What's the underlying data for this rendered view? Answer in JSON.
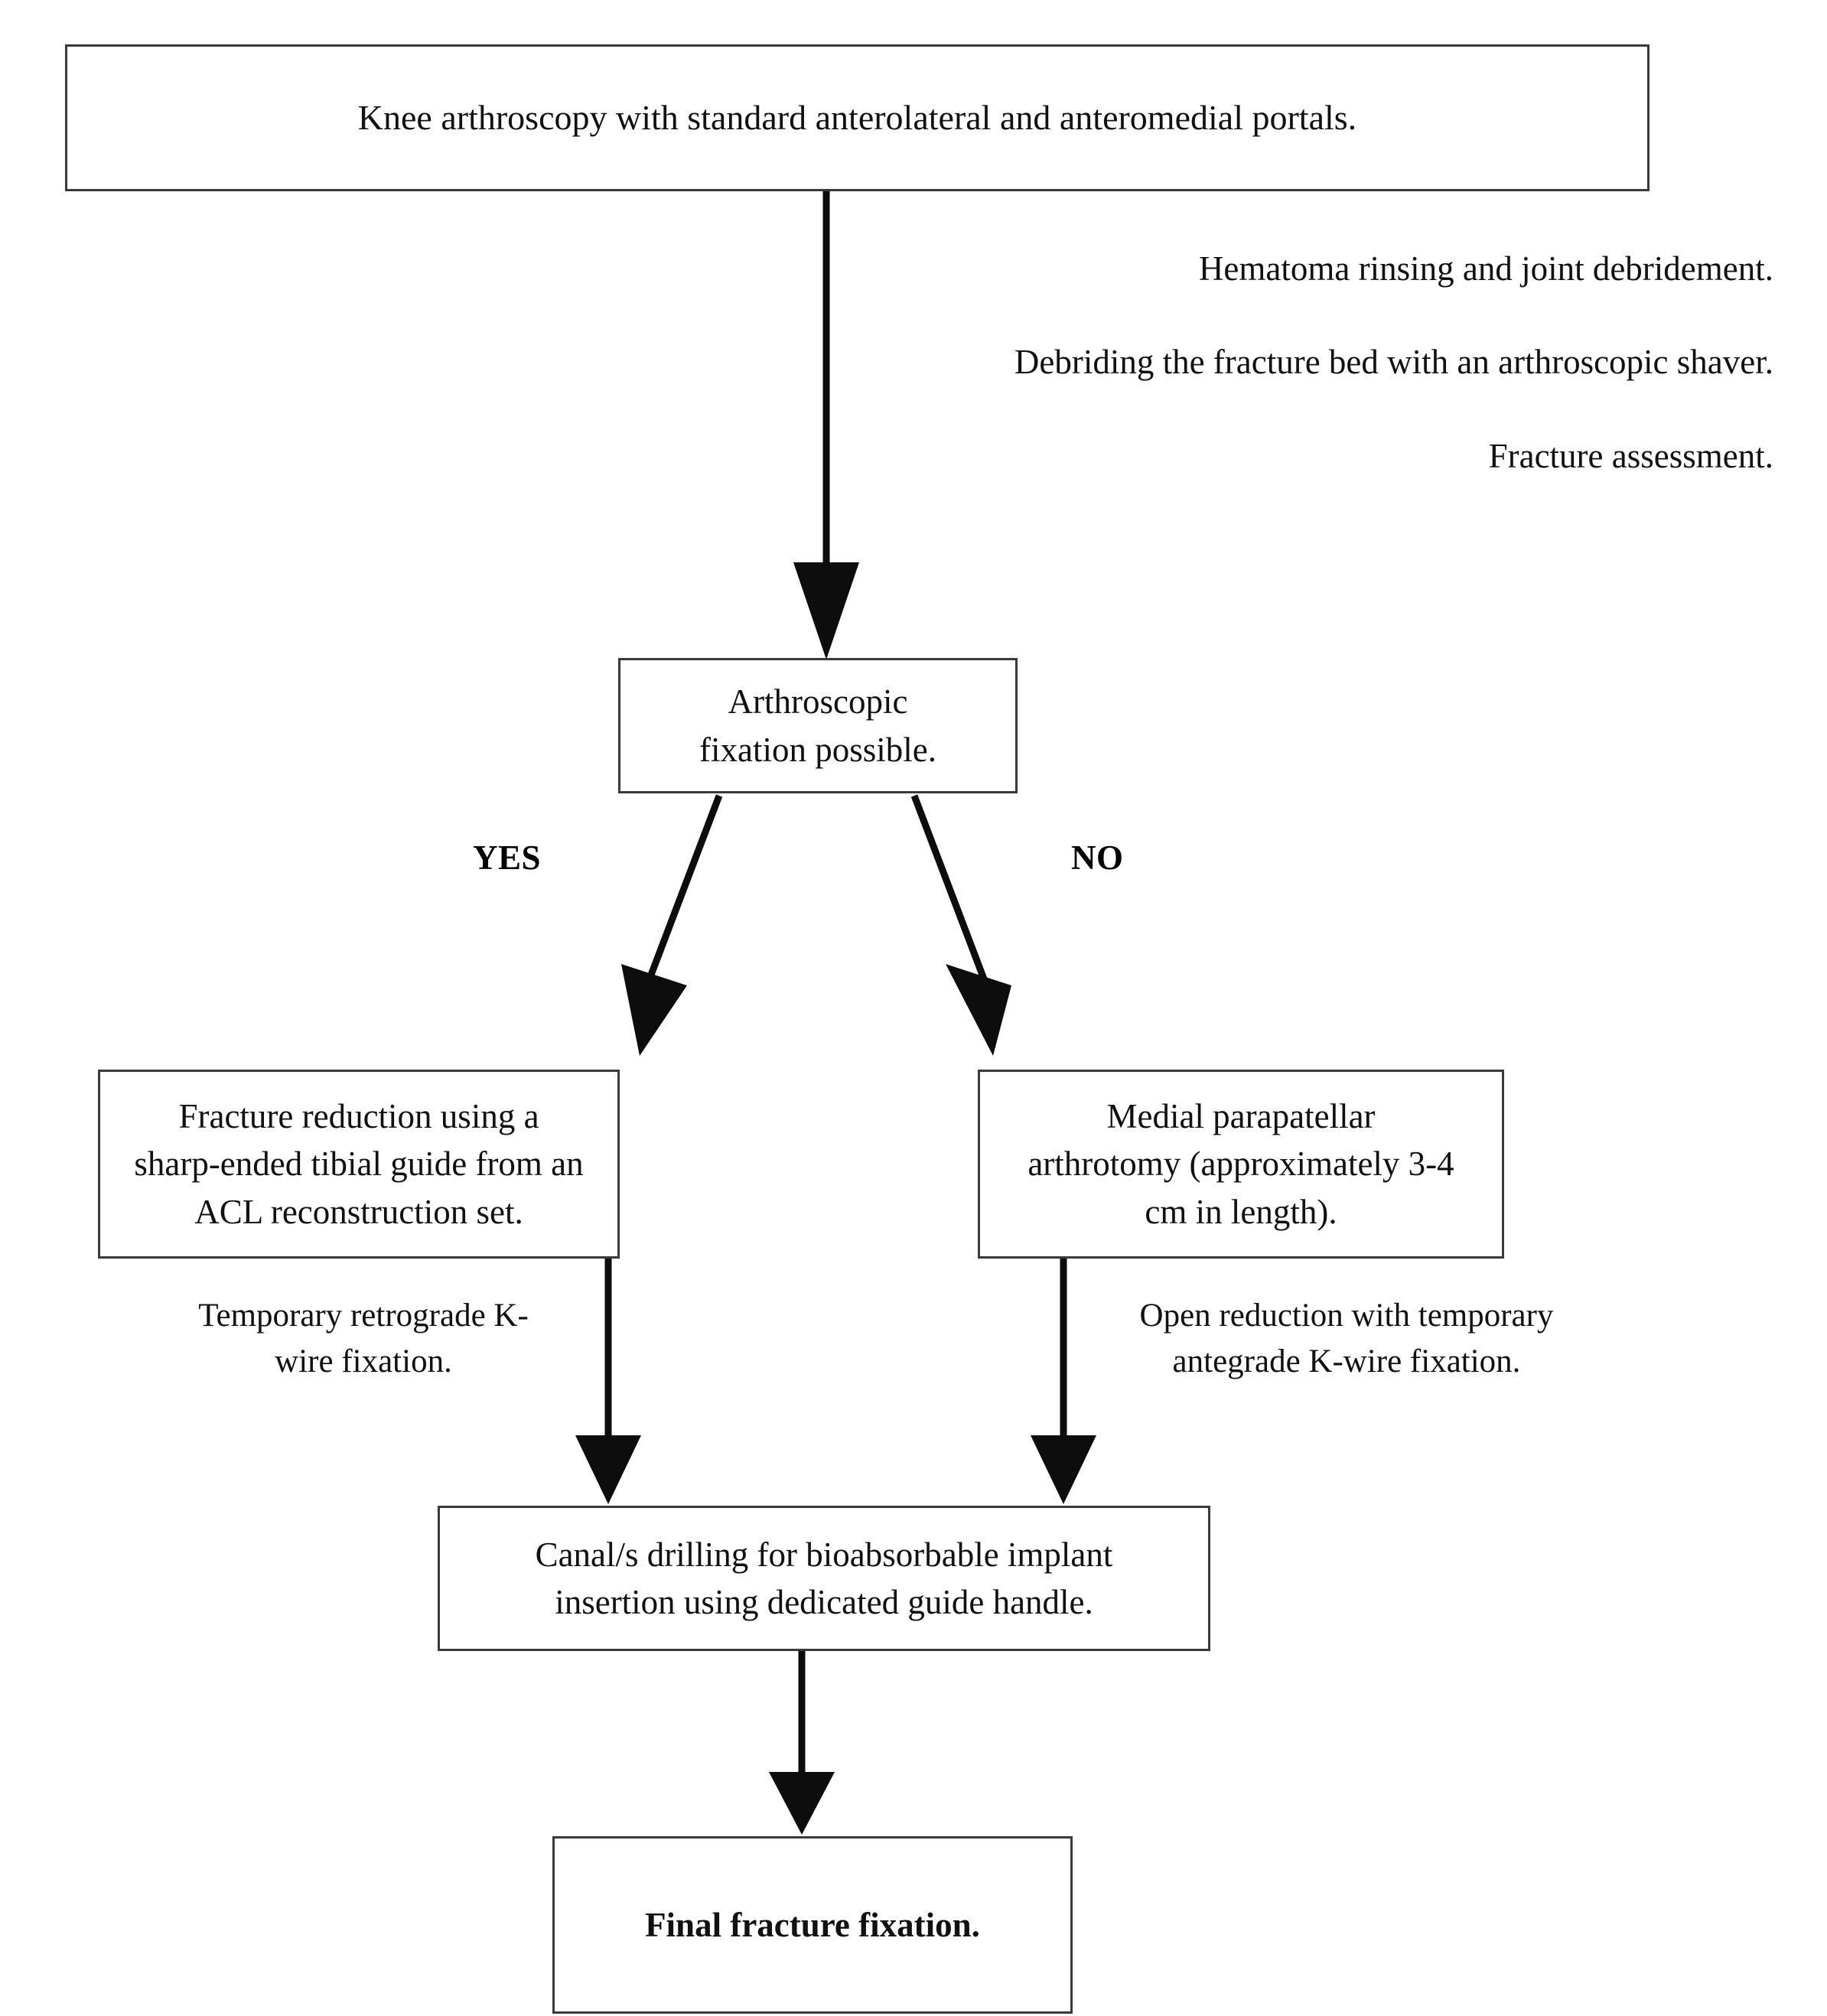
{
  "chart_data": {
    "type": "diagram",
    "title": "Surgical technique flowchart for arthroscopic fracture fixation",
    "nodes": [
      {
        "id": "start",
        "label": "Knee arthroscopy with standard anterolateral and anteromedial portals.",
        "shape": "rectangle",
        "bold": false
      },
      {
        "id": "decision",
        "label": "Arthroscopic\nfixation possible.",
        "shape": "rectangle",
        "bold": false
      },
      {
        "id": "yes",
        "label": "Fracture reduction using a\nsharp-ended tibial guide from an\nACL reconstruction set.",
        "shape": "rectangle",
        "bold": false
      },
      {
        "id": "no",
        "label": "Medial parapatellar\narthrotomy (approximately 3-4\ncm in length).",
        "shape": "rectangle",
        "bold": false
      },
      {
        "id": "canal",
        "label": "Canal/s drilling for bioabsorbable implant\ninsertion using dedicated guide handle.",
        "shape": "rectangle",
        "bold": false
      },
      {
        "id": "final",
        "label": "Final fracture fixation.",
        "shape": "rectangle",
        "bold": true
      }
    ],
    "edges": [
      {
        "from": "start",
        "to": "decision",
        "label": ""
      },
      {
        "from": "decision",
        "to": "yes",
        "label": "YES"
      },
      {
        "from": "decision",
        "to": "no",
        "label": "NO"
      },
      {
        "from": "yes",
        "to": "canal",
        "label": ""
      },
      {
        "from": "no",
        "to": "canal",
        "label": ""
      },
      {
        "from": "canal",
        "to": "final",
        "label": ""
      }
    ],
    "annotations": [
      "Hematoma rinsing and joint debridement.",
      "Debriding the fracture bed with an arthroscopic shaver.",
      "Fracture assessment.",
      "Temporary retrograde K-wire fixation.",
      "Open reduction with temporary antegrade K-wire fixation."
    ]
  },
  "flowchart": {
    "start_node": {
      "text": "Knee arthroscopy with standard anterolateral and anteromedial portals."
    },
    "decision_node": {
      "text": "Arthroscopic\nfixation possible."
    },
    "yes_node": {
      "text": "Fracture reduction using a\nsharp-ended tibial guide from an\nACL reconstruction set."
    },
    "no_node": {
      "text": "Medial parapatellar\narthrotomy (approximately 3-4\ncm in length)."
    },
    "canal_node": {
      "text": "Canal/s drilling for bioabsorbable implant\ninsertion using dedicated guide handle."
    },
    "final_node": {
      "text": "Final fracture fixation."
    },
    "branch_labels": {
      "yes": "YES",
      "no": "NO"
    },
    "side_notes": {
      "note_1": "Hematoma rinsing and joint debridement.",
      "note_2": "Debriding the fracture bed with an arthroscopic shaver.",
      "note_3": "Fracture assessment.",
      "note_left_kwire": "Temporary retrograde K-\nwire fixation.",
      "note_right_kwire": "Open reduction with temporary\nantegrade K-wire fixation."
    },
    "colors": {
      "background": "#ffffff",
      "border": "#3a3a3a",
      "text": "#111111",
      "arrow": "#0d0d0d"
    }
  }
}
